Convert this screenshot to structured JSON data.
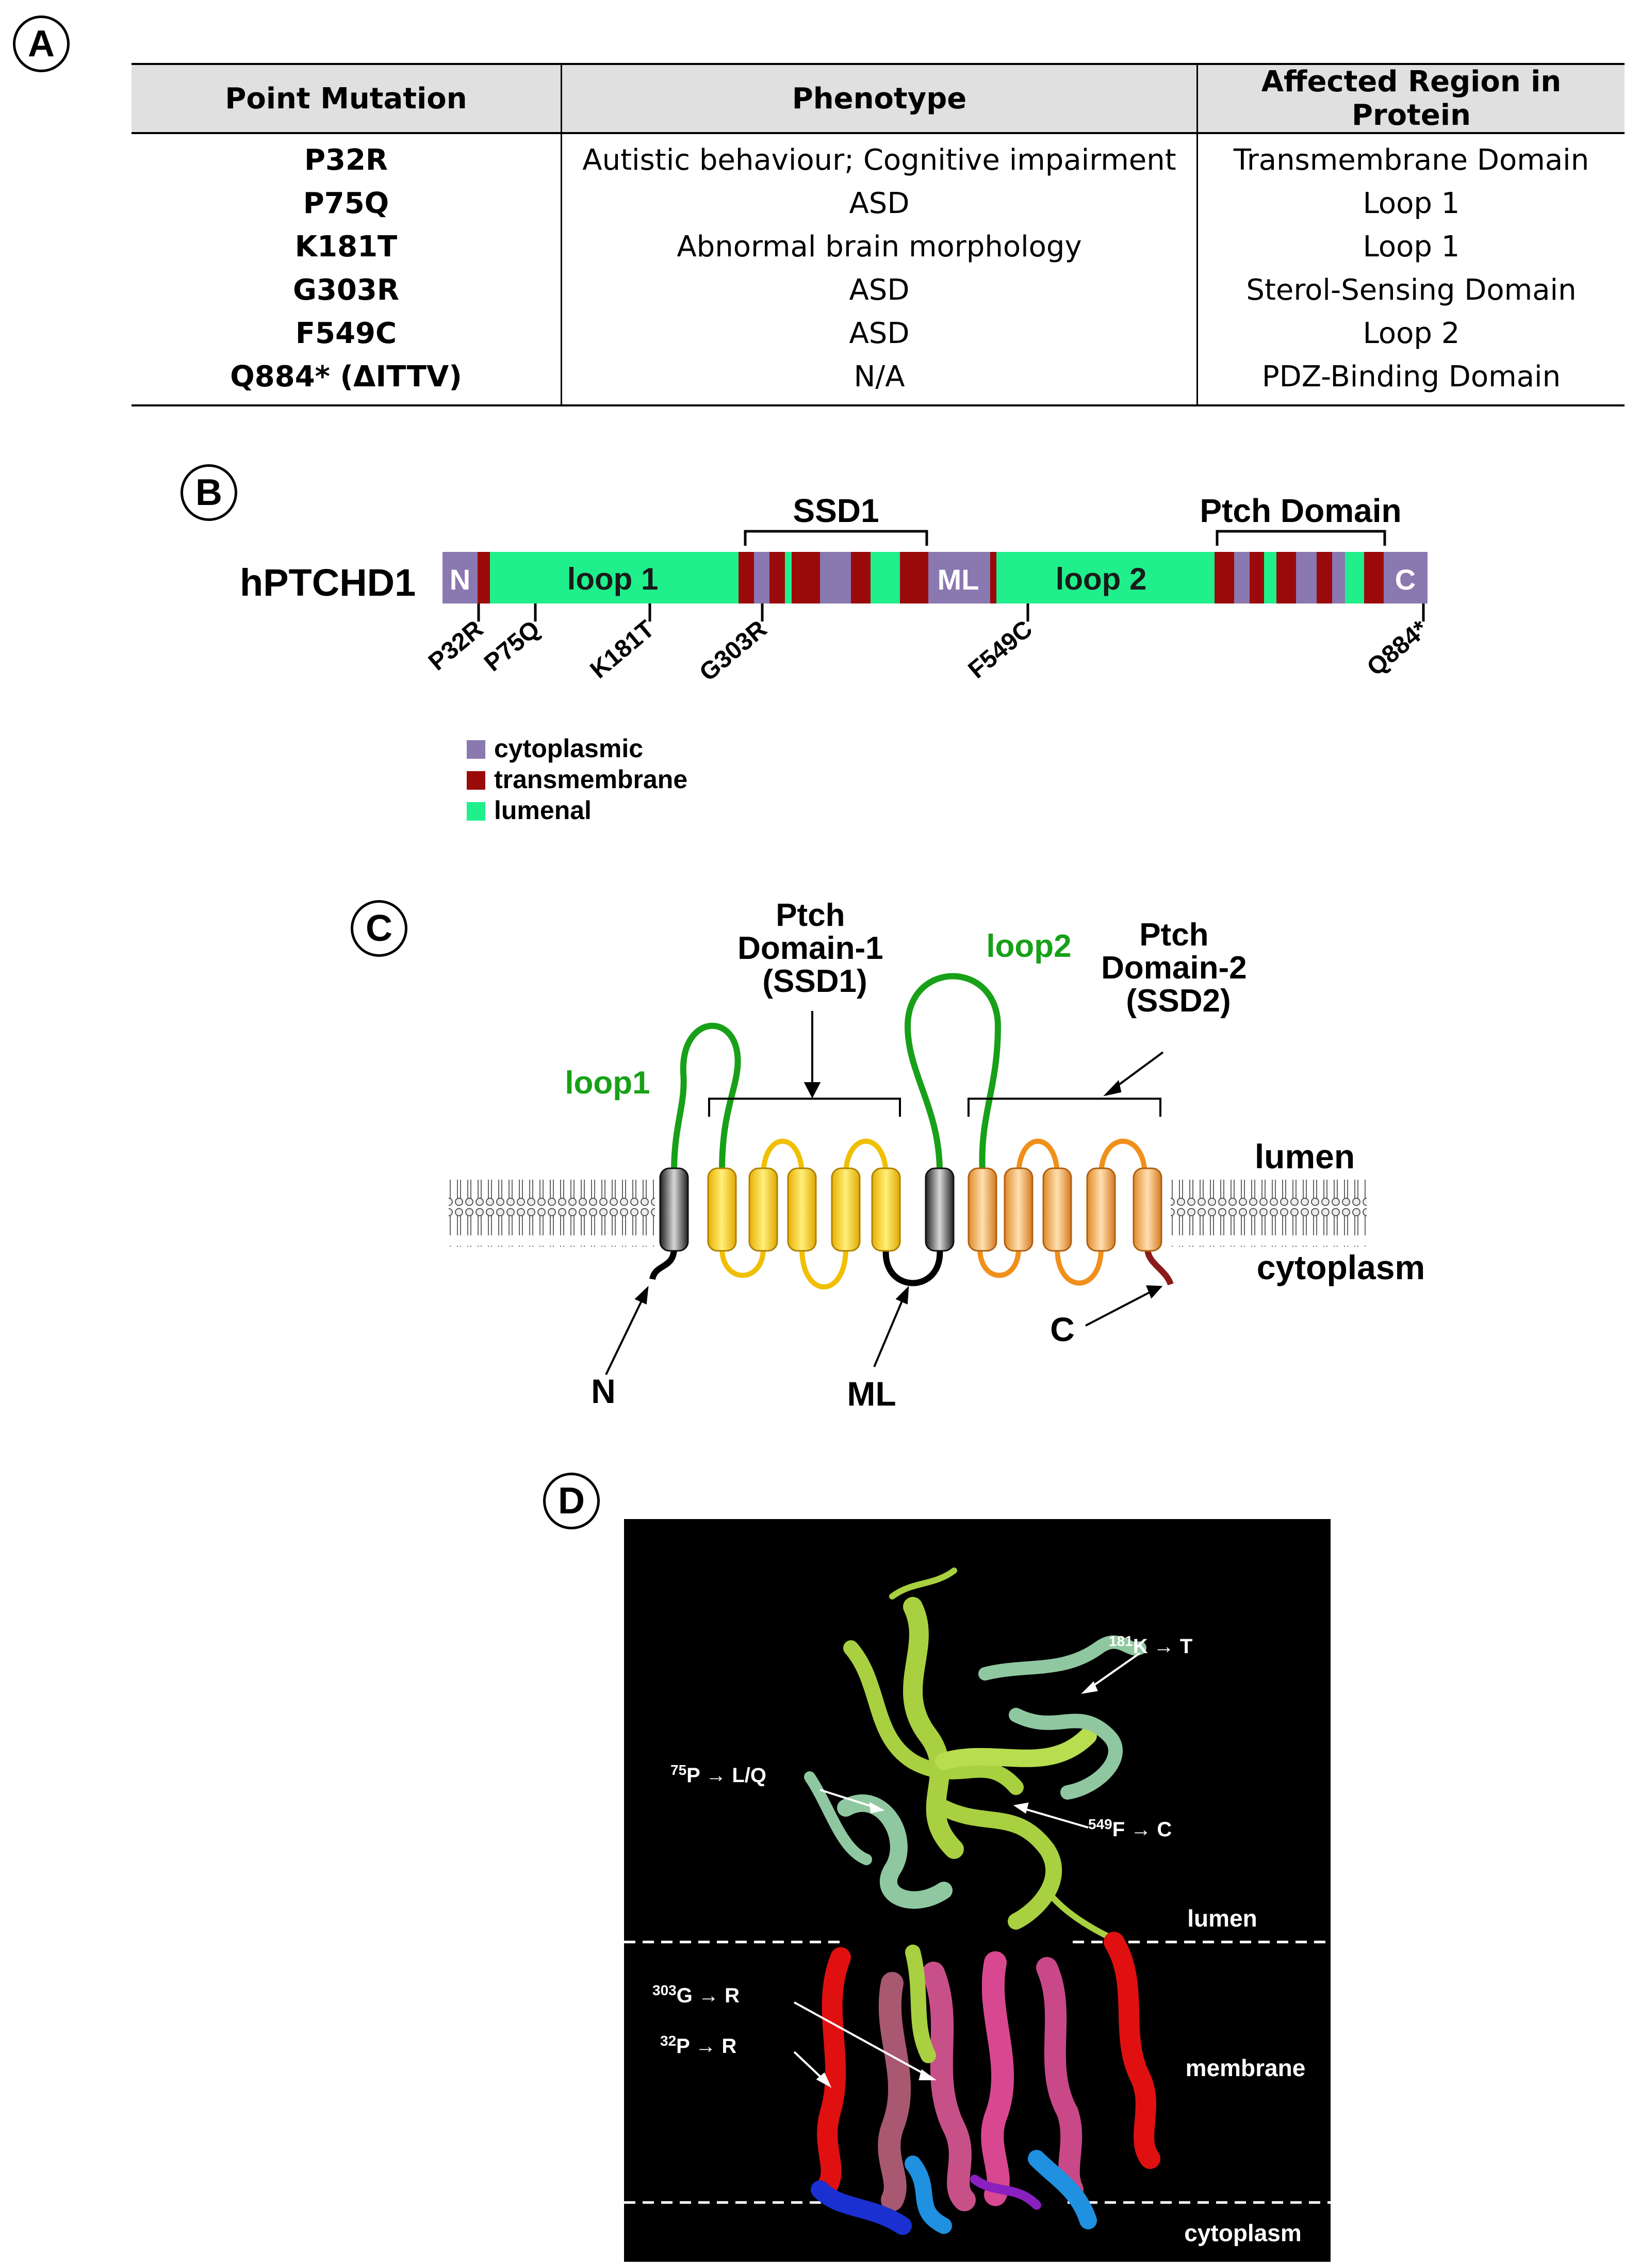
{
  "panel_labels": {
    "a": "A",
    "b": "B",
    "c": "C",
    "d": "D"
  },
  "table": {
    "headers": [
      "Point Mutation",
      "Phenotype",
      "Affected Region in Protein"
    ],
    "rows": [
      [
        "P32R",
        "Autistic behaviour; Cognitive impairment",
        "Transmembrane Domain"
      ],
      [
        "P75Q",
        "ASD",
        "Loop 1"
      ],
      [
        "K181T",
        "Abnormal brain morphology",
        "Loop 1"
      ],
      [
        "G303R",
        "ASD",
        "Sterol-Sensing Domain"
      ],
      [
        "F549C",
        "ASD",
        "Loop 2"
      ],
      [
        "Q884* (ΔITTV)",
        "N/A",
        "PDZ-Binding Domain"
      ]
    ]
  },
  "panel_b": {
    "protein_name": "hPTCHD1",
    "bracket_ssd1": "SSD1",
    "bracket_ptch": "Ptch Domain",
    "segment_labels": {
      "n": "N",
      "loop1": "loop 1",
      "ml": "ML",
      "loop2": "loop 2",
      "c": "C"
    },
    "mutations": [
      "P32R",
      "P75Q",
      "K181T",
      "G303R",
      "F549C",
      "Q884*"
    ],
    "legend": [
      {
        "label": "cytoplasmic",
        "color": "#8a78b0"
      },
      {
        "label": "transmembrane",
        "color": "#9b0a0a"
      },
      {
        "label": "lumenal",
        "color": "#1ff08c"
      }
    ]
  },
  "panel_c": {
    "ptch1_line1": "Ptch",
    "ptch1_line2": "Domain-1",
    "ptch1_line3": "(SSD1)",
    "ptch2_line1": "Ptch",
    "ptch2_line2": "Domain-2",
    "ptch2_line3": "(SSD2)",
    "loop1": "loop1",
    "loop2": "loop2",
    "lumen": "lumen",
    "cytoplasm": "cytoplasm",
    "n": "N",
    "ml": "ML",
    "c": "C"
  },
  "panel_d": {
    "lumen": "lumen",
    "membrane": "membrane",
    "cytoplasm": "cytoplasm",
    "mutations": [
      {
        "sup": "181",
        "from": "K",
        "to": "T"
      },
      {
        "sup": "75",
        "from": "P",
        "to": "L/Q"
      },
      {
        "sup": "549",
        "from": "F",
        "to": "C"
      },
      {
        "sup": "303",
        "from": "G",
        "to": "R"
      },
      {
        "sup": "32",
        "from": "P",
        "to": "R"
      }
    ]
  }
}
